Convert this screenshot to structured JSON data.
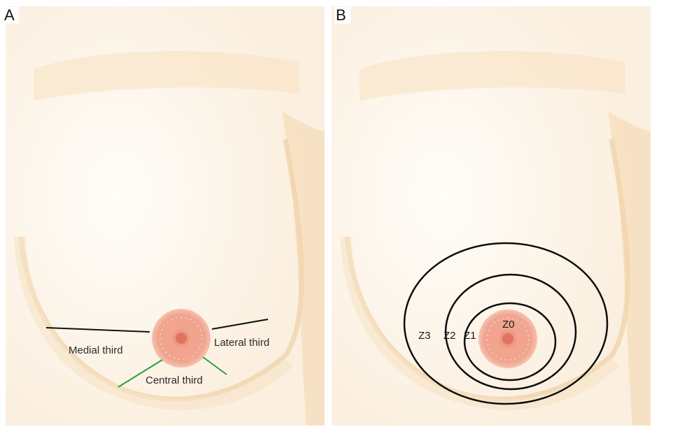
{
  "panels": [
    {
      "letter": "A",
      "labels": {
        "medial": "Medial third",
        "lateral": "Lateral third",
        "central": "Central third"
      }
    },
    {
      "letter": "B",
      "zones": [
        "Z0",
        "Z1",
        "Z2",
        "Z3"
      ]
    }
  ],
  "colors": {
    "skin": "#fbf0e1",
    "skin_shadow": "#f2d9b4",
    "areola": "#f0a08c",
    "nipple": "#e07462",
    "division_line": "#111111",
    "central_line": "#2e9e3c",
    "zone_ring": "#0d0d0d"
  }
}
